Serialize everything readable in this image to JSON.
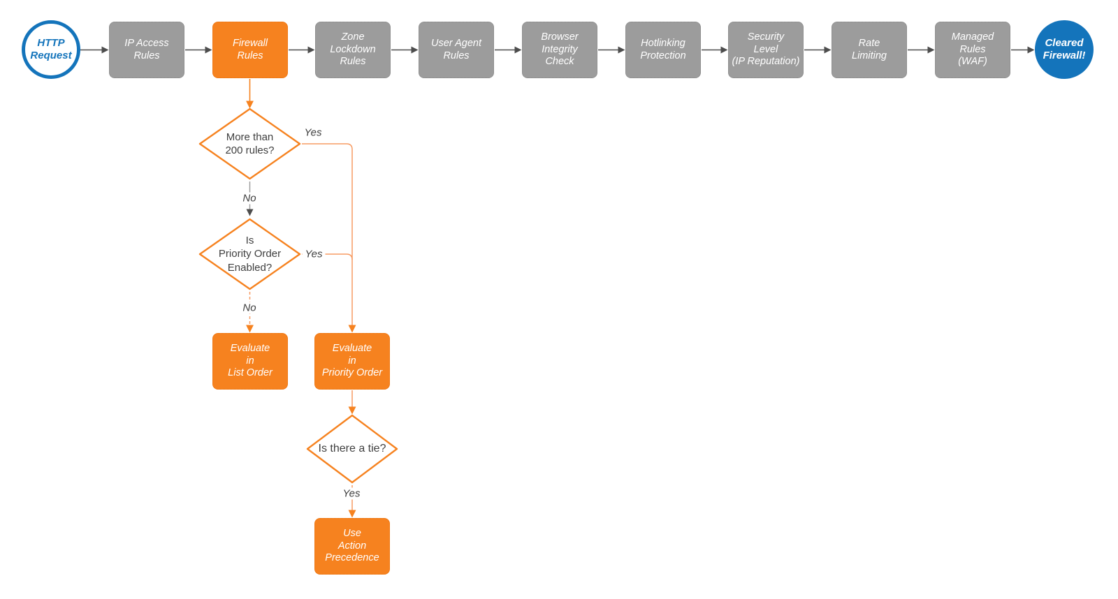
{
  "pipeline": [
    {
      "id": "http-request",
      "label": "HTTP\nRequest",
      "shape": "circle-start"
    },
    {
      "id": "ip-access-rules",
      "label": "IP Access\nRules",
      "shape": "step"
    },
    {
      "id": "firewall-rules",
      "label": "Firewall\nRules",
      "shape": "step-active"
    },
    {
      "id": "zone-lockdown-rules",
      "label": "Zone\nLockdown\nRules",
      "shape": "step"
    },
    {
      "id": "user-agent-rules",
      "label": "User Agent\nRules",
      "shape": "step"
    },
    {
      "id": "browser-integrity-check",
      "label": "Browser\nIntegrity\nCheck",
      "shape": "step"
    },
    {
      "id": "hotlinking-protection",
      "label": "Hotlinking\nProtection",
      "shape": "step"
    },
    {
      "id": "security-level",
      "label": "Security\nLevel\n(IP Reputation)",
      "shape": "step"
    },
    {
      "id": "rate-limiting",
      "label": "Rate\nLimiting",
      "shape": "step"
    },
    {
      "id": "managed-rules-waf",
      "label": "Managed\nRules\n(WAF)",
      "shape": "step"
    },
    {
      "id": "cleared-firewall",
      "label": "Cleared\nFirewall!",
      "shape": "circle-end"
    }
  ],
  "decisions": [
    {
      "id": "more-than-200-rules",
      "label": "More than\n200 rules?"
    },
    {
      "id": "priority-order-enabled",
      "label": "Is\nPriority Order\nEnabled?"
    },
    {
      "id": "is-there-a-tie",
      "label": "Is there a tie?"
    }
  ],
  "actions": [
    {
      "id": "evaluate-in-list-order",
      "label": "Evaluate\nin\nList Order"
    },
    {
      "id": "evaluate-in-priority-order",
      "label": "Evaluate\nin\nPriority Order"
    },
    {
      "id": "use-action-precedence",
      "label": "Use\nAction\nPrecedence"
    }
  ],
  "edge_labels": [
    {
      "id": "decision1-yes",
      "label": "Yes"
    },
    {
      "id": "decision1-no",
      "label": "No"
    },
    {
      "id": "decision2-yes",
      "label": "Yes"
    },
    {
      "id": "decision2-no",
      "label": "No"
    },
    {
      "id": "decision3-yes",
      "label": "Yes"
    }
  ],
  "colors": {
    "orange": "#F6821F",
    "orange_line_light": "#F79B63",
    "gray_box": "#9C9C9C",
    "blue": "#1474BB",
    "connector_dark": "#4D4D4D",
    "connector_gray": "#999999",
    "text_dark": "#3E3E3E",
    "node_text": "#FFFFFF",
    "background": "#FFFFFF"
  }
}
